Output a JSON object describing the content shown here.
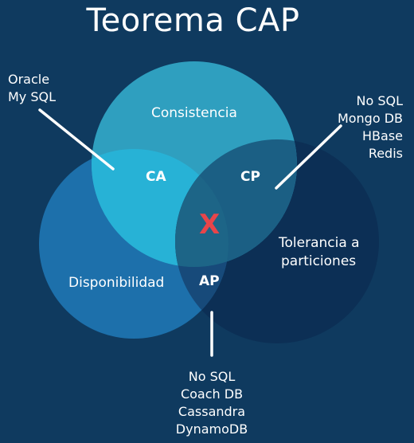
{
  "title": "Teorema CAP",
  "sets": {
    "consistency": "Consistencia",
    "availability": "Disponibilidad",
    "partition_tolerance_line1": "Tolerancia a",
    "partition_tolerance_line2": "particiones"
  },
  "intersections": {
    "ca": "CA",
    "cp": "CP",
    "ap": "AP",
    "center": "X"
  },
  "examples": {
    "ca": [
      "Oracle",
      "My SQL"
    ],
    "cp": [
      "No SQL",
      "Mongo DB",
      "HBase",
      "Redis"
    ],
    "ap": [
      "No SQL",
      "Coach DB",
      "Cassandra",
      "DynamoDB"
    ]
  },
  "colors": {
    "background": "#0f3a5f",
    "consistency": "#2f9fbf",
    "availability": "#1d70ab",
    "partition_tolerance": "#0c2f55",
    "x_mark": "#e8454a"
  }
}
